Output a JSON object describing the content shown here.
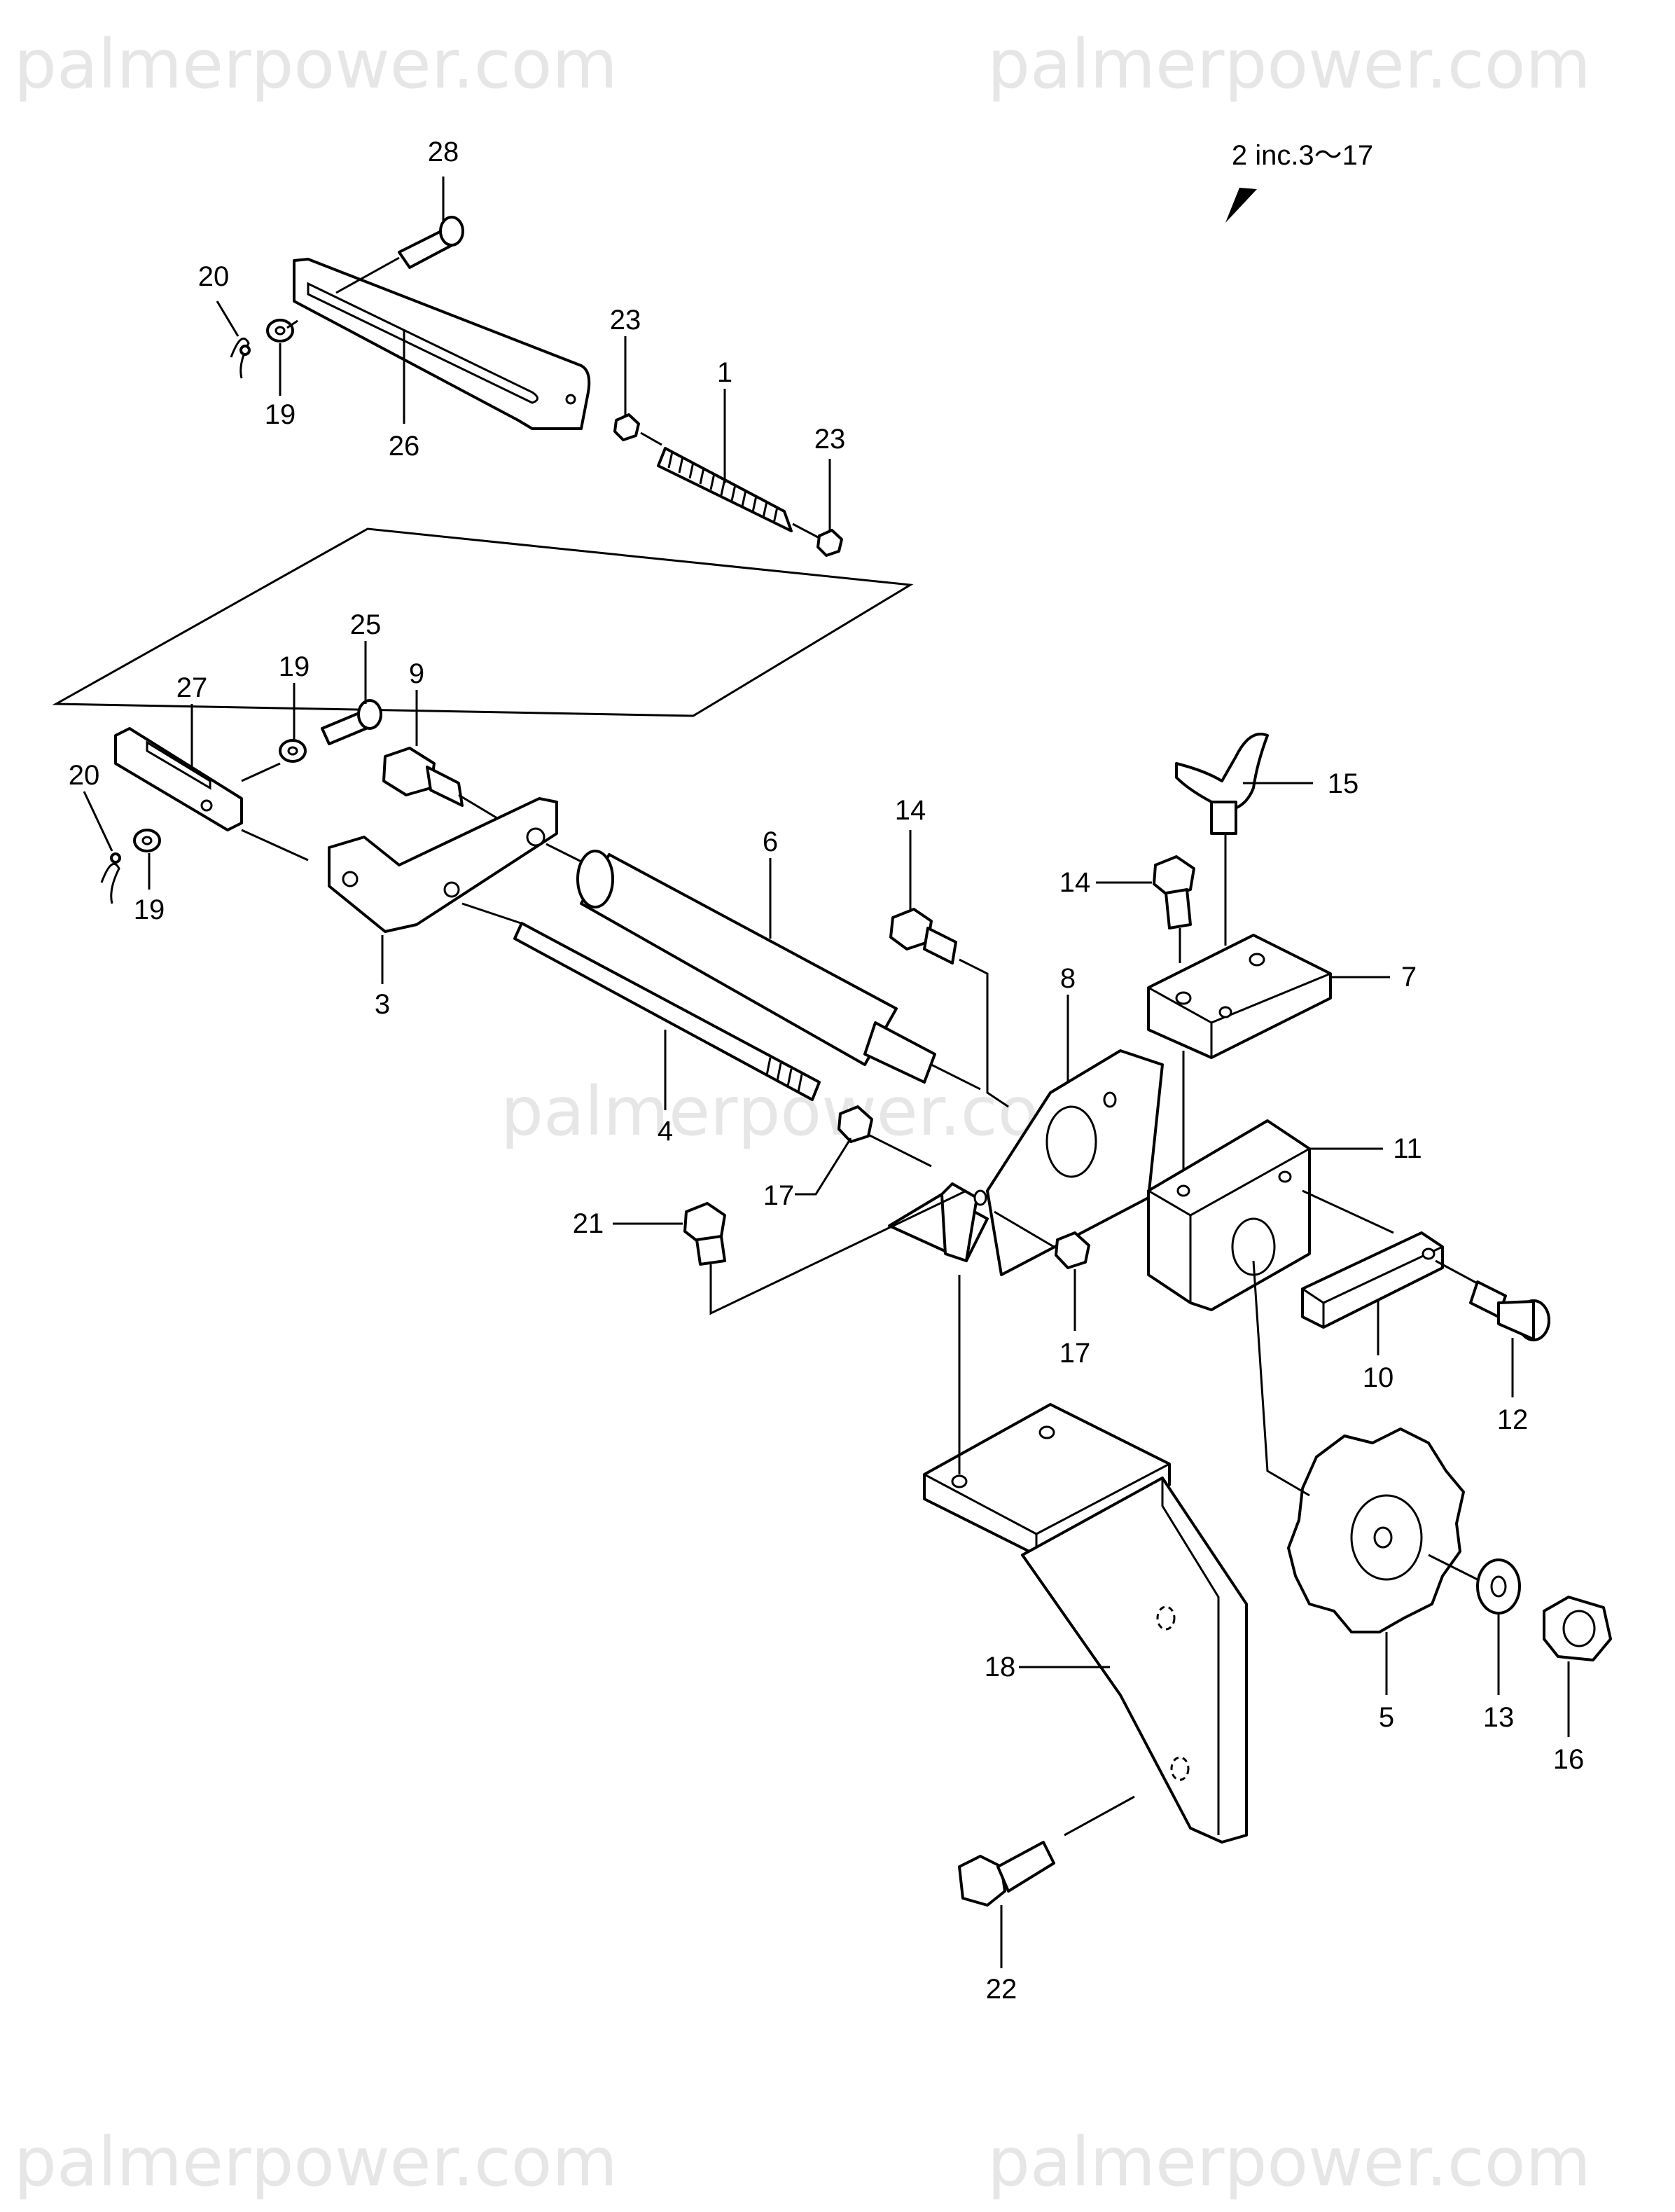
{
  "watermark": "palmerpower.com",
  "note": "2 inc.3～17",
  "callouts": {
    "c28": "28",
    "c20a": "20",
    "c19a": "19",
    "c26": "26",
    "c23a": "23",
    "c1": "1",
    "c23b": "23",
    "c25": "25",
    "c19b": "19",
    "c9": "9",
    "c27": "27",
    "c20b": "20",
    "c19c": "19",
    "c3": "3",
    "c6": "6",
    "c4": "4",
    "c17a": "17",
    "c14a": "14",
    "c8": "8",
    "c21": "21",
    "c17b": "17",
    "c15": "15",
    "c14b": "14",
    "c7": "7",
    "c11": "11",
    "c10": "10",
    "c12": "12",
    "c18": "18",
    "c5": "5",
    "c13": "13",
    "c16": "16",
    "c22": "22"
  }
}
